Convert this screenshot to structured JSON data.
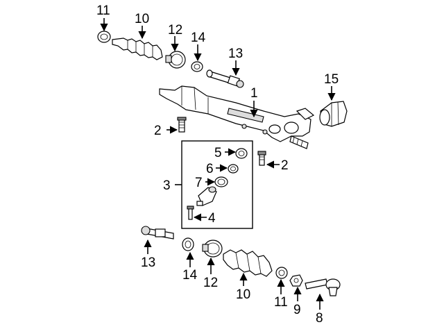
{
  "callouts": [
    {
      "id": "c11a",
      "label": "11"
    },
    {
      "id": "c10a",
      "label": "10"
    },
    {
      "id": "c12a",
      "label": "12"
    },
    {
      "id": "c14a",
      "label": "14"
    },
    {
      "id": "c13a",
      "label": "13"
    },
    {
      "id": "c15",
      "label": "15"
    },
    {
      "id": "c1",
      "label": "1"
    },
    {
      "id": "c2a",
      "label": "2"
    },
    {
      "id": "c2b",
      "label": "2"
    },
    {
      "id": "c3",
      "label": "3"
    },
    {
      "id": "c4",
      "label": "4"
    },
    {
      "id": "c5",
      "label": "5"
    },
    {
      "id": "c6",
      "label": "6"
    },
    {
      "id": "c7",
      "label": "7"
    },
    {
      "id": "c13b",
      "label": "13"
    },
    {
      "id": "c14b",
      "label": "14"
    },
    {
      "id": "c12b",
      "label": "12"
    },
    {
      "id": "c10b",
      "label": "10"
    },
    {
      "id": "c11b",
      "label": "11"
    },
    {
      "id": "c9",
      "label": "9"
    },
    {
      "id": "c8",
      "label": "8"
    }
  ]
}
